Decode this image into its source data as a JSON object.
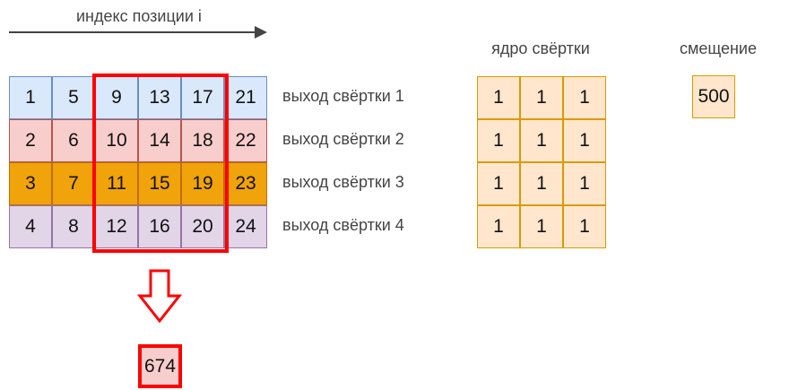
{
  "axis": {
    "label": "индекс позиции i"
  },
  "grid": {
    "rows": [
      {
        "label": "выход свёртки 1",
        "values": [
          "1",
          "5",
          "9",
          "13",
          "17",
          "21"
        ],
        "fill": "#dae8fc",
        "stroke": "#6c8ebf"
      },
      {
        "label": "выход свёртки 2",
        "values": [
          "2",
          "6",
          "10",
          "14",
          "18",
          "22"
        ],
        "fill": "#f8cecc",
        "stroke": "#b85450"
      },
      {
        "label": "выход свёртки 3",
        "values": [
          "3",
          "7",
          "11",
          "15",
          "19",
          "23"
        ],
        "fill": "#f0a30a",
        "stroke": "#bd7000"
      },
      {
        "label": "выход свёртки 4",
        "values": [
          "4",
          "8",
          "12",
          "16",
          "20",
          "24"
        ],
        "fill": "#e1d5e7",
        "stroke": "#9673a6"
      }
    ]
  },
  "kernel": {
    "title": "ядро свёртки",
    "rows": [
      [
        "1",
        "1",
        "1"
      ],
      [
        "1",
        "1",
        "1"
      ],
      [
        "1",
        "1",
        "1"
      ],
      [
        "1",
        "1",
        "1"
      ]
    ],
    "fill": "#ffe6cc",
    "stroke": "#d79b00"
  },
  "bias": {
    "title": "смещение",
    "value": "500",
    "fill": "#ffe6cc",
    "stroke": "#d79b00"
  },
  "result": {
    "value": "674",
    "fill": "#f8cecc",
    "stroke": "#ff0000"
  },
  "colors": {
    "highlight": "#ff0000",
    "axis_arrow": "#444444"
  }
}
